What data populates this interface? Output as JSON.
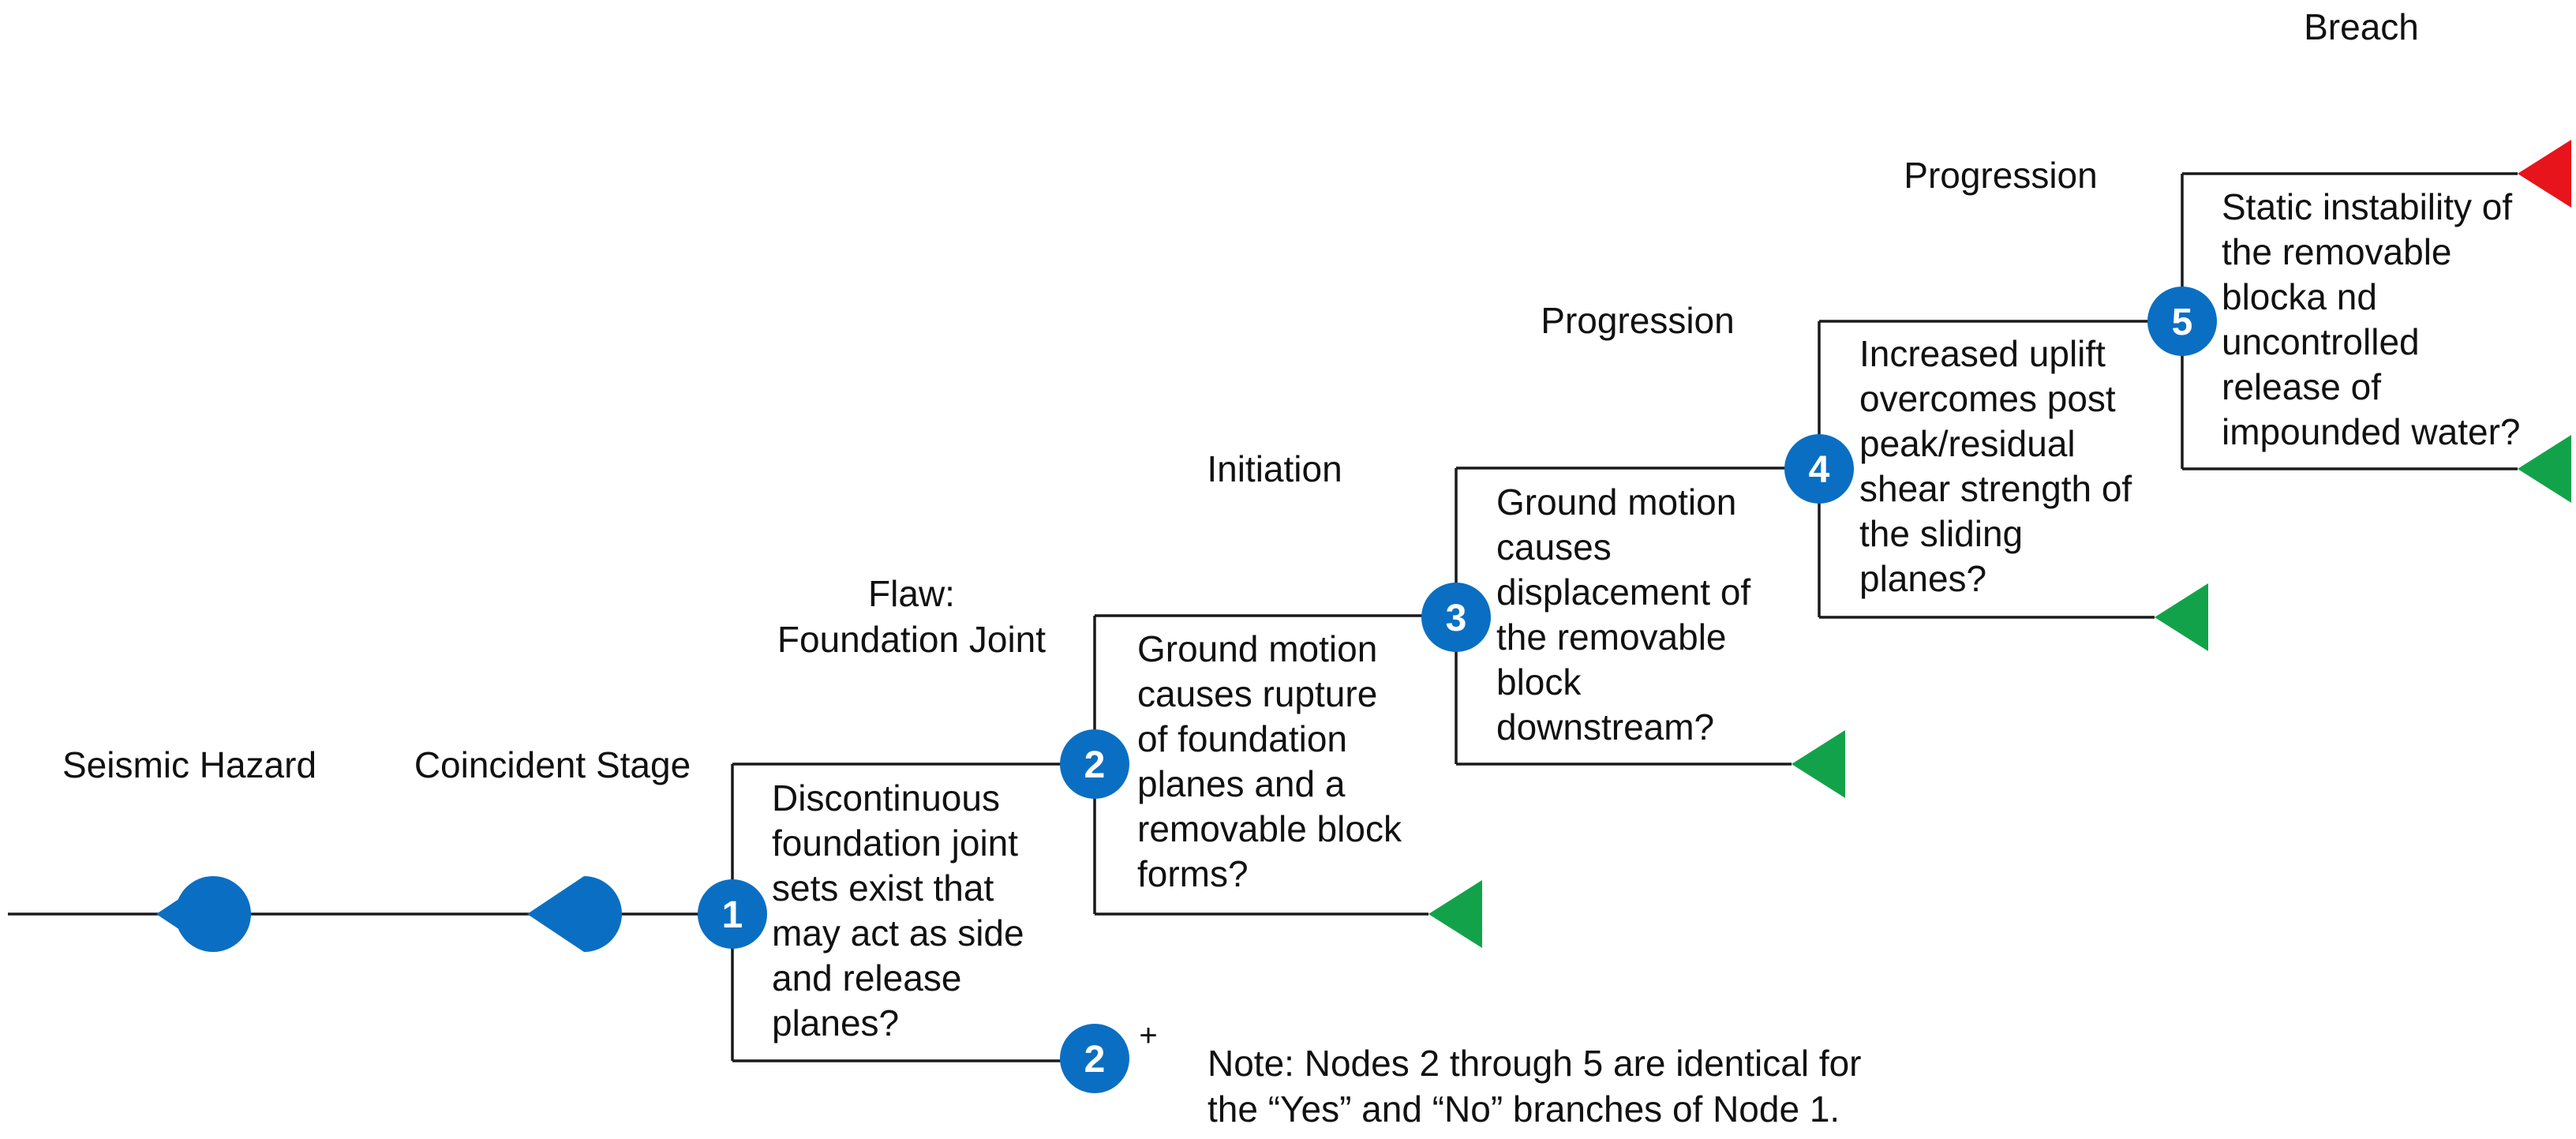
{
  "colors": {
    "node_blue": "#0a6fc2",
    "yes_green": "#12a34a",
    "breach_red": "#e8141b",
    "line": "#1a1a1a"
  },
  "stages": {
    "seismic_hazard": "Seismic Hazard",
    "coincident_stage": "Coincident Stage",
    "flaw": [
      "Flaw:",
      "Foundation Joint"
    ],
    "initiation": "Initiation",
    "progression_1": "Progression",
    "progression_2": "Progression",
    "breach": "Breach"
  },
  "nodes": [
    {
      "number": "1",
      "question": [
        "Discontinuous",
        "foundation joint",
        "sets exist that",
        "may act as side",
        "and release",
        "planes?"
      ]
    },
    {
      "number": "2",
      "question": [
        "Ground  motion",
        "causes rupture",
        "of foundation",
        "planes and a",
        "removable block",
        "forms?"
      ]
    },
    {
      "number": "3",
      "question": [
        "Ground motion",
        "causes",
        "displacement of",
        "the removable",
        "block",
        "downstream?"
      ]
    },
    {
      "number": "4",
      "question": [
        "Increased  uplift",
        "overcomes post",
        "peak/residual",
        "shear strength  of",
        "the sliding",
        "planes?"
      ]
    },
    {
      "number": "5",
      "question": [
        "Static instability of",
        "the removable",
        "blocka nd",
        "uncontrolled",
        "release of",
        "impounded water?"
      ]
    }
  ],
  "no_branch": {
    "number": "2",
    "plus": "+"
  },
  "note": [
    "Note: Nodes 2 through 5 are identical for",
    "the “Yes” and “No” branches of Node 1."
  ],
  "icons": {
    "chance_node": "half-circle-icon",
    "event_node": "numbered-circle-icon",
    "terminal": "triangle-icon"
  }
}
